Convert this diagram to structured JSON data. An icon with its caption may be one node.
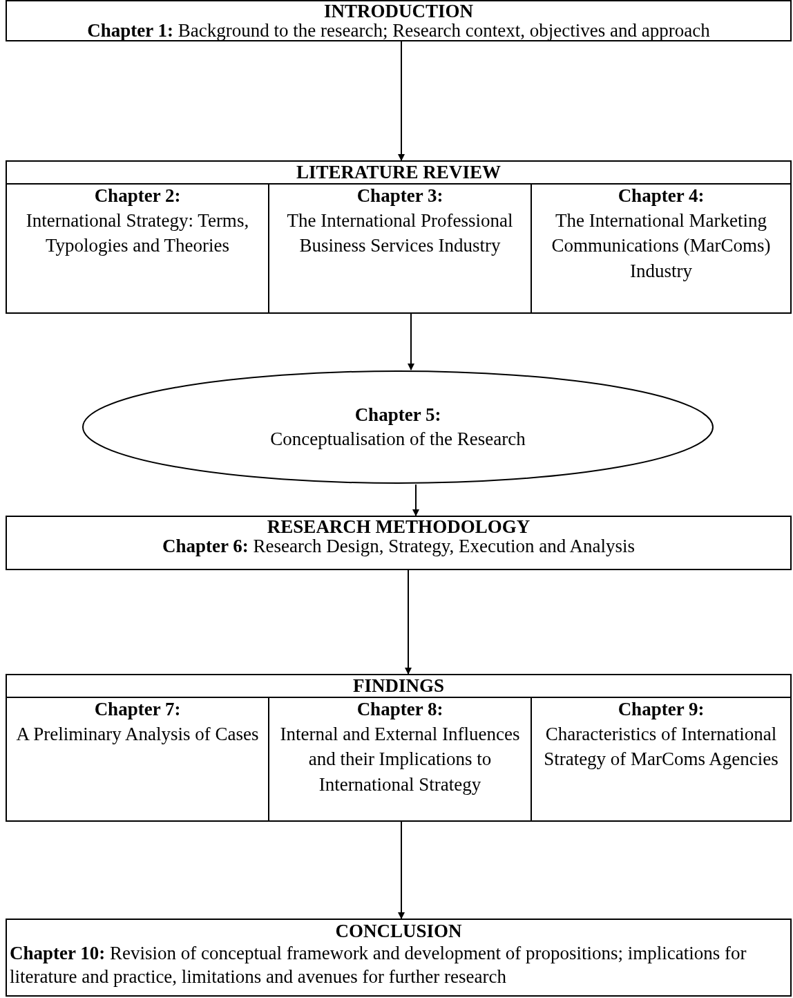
{
  "diagram": {
    "nodes": [
      {
        "text": [
          "INTRODUCTION",
          "**Chapter 1:** Background to the research; Research context, objectives and approach"
        ]
      },
      {
        "text": [
          "LITERATURE REVIEW"
        ]
      },
      {
        "text": [
          "Chapter 2:",
          "International Strategy: Terms, Typologies and Theories"
        ],
        "in": 1
      },
      {
        "text": [
          "Chapter 3:",
          "The International Professional Business Services Industry"
        ],
        "in": 1
      },
      {
        "text": [
          "Chapter 4:",
          "The International Marketing Communications (MarComs) Industry"
        ],
        "in": 1
      },
      {
        "text": [
          "Chapter 5:",
          "Conceptualisation of the Research"
        ]
      },
      {
        "text": [
          "RESEARCH METHODOLOGY",
          "**Chapter 6:** Research Design, Strategy, Execution and Analysis"
        ]
      },
      {
        "text": [
          "FINDINGS"
        ]
      },
      {
        "text": [
          "Chapter 7:",
          "A Preliminary Analysis of Cases"
        ],
        "in": 7
      },
      {
        "text": [
          "Chapter 8:",
          "Internal and External Influences and their Implications to International Strategy"
        ],
        "in": 7
      },
      {
        "text": [
          "Chapter 9:",
          "Characteristics of International Strategy of MarComs Agencies"
        ],
        "in": 7
      },
      {
        "text": [
          "CONCLUSION",
          "**Chapter 10:** Revision of conceptual framework and development of propositions; implications for literature and practice, limitations and avenues for further research"
        ]
      }
    ],
    "edges": [
      {
        "from": 0,
        "to": 1,
        "arrow": "to"
      },
      {
        "from": 1,
        "to": 5,
        "arrow": "to"
      },
      {
        "from": 5,
        "to": 6,
        "arrow": "to"
      },
      {
        "from": 6,
        "to": 7,
        "arrow": "to"
      },
      {
        "from": 7,
        "to": 11,
        "arrow": "to"
      }
    ]
  }
}
